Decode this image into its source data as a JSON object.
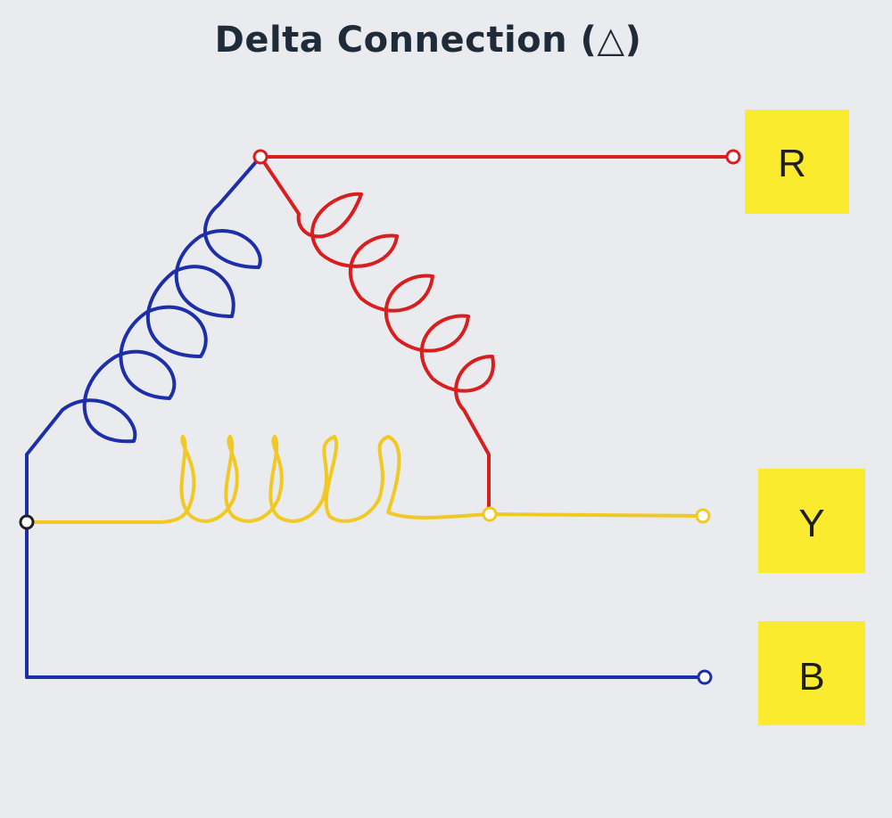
{
  "title": "Delta Connection (△)",
  "colors": {
    "background": "#e9ebee",
    "phase_r": "#d81e1e",
    "phase_y": "#f2c923",
    "phase_b": "#1d2fa8",
    "label_box": "#fbeb2e",
    "title_text": "#1f2b38"
  },
  "terminals": [
    {
      "id": "r",
      "label": "R"
    },
    {
      "id": "y",
      "label": "Y"
    },
    {
      "id": "b",
      "label": "B"
    }
  ]
}
